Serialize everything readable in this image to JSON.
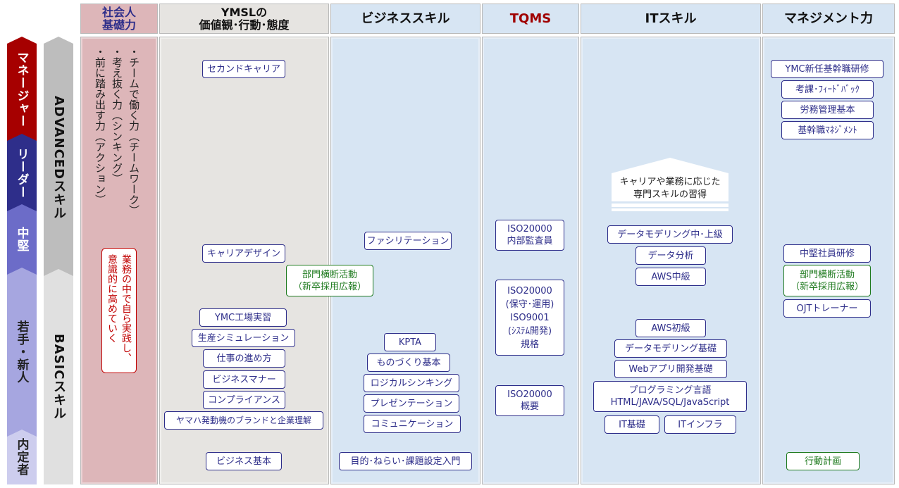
{
  "levels": {
    "manager": "マネージャー",
    "leader": "リーダー",
    "mid": "中堅",
    "junior": "若手・新人",
    "offer": "内定者"
  },
  "tracks": {
    "advanced": "ADVANCEDスキル",
    "basic": "BASICスキル"
  },
  "columns": {
    "social": {
      "title": "社会人\n基礎力",
      "points": [
        "・チームで働く力（チームワーク）",
        "・考え抜く力（シンキング）",
        "・前に踏み出す力（アクション）"
      ],
      "note": "業務の中で自ら実践し、意識的に高めていく"
    },
    "ymsl": {
      "title_1": "YMSLの",
      "title_2": "価値観･行動･態度",
      "items": [
        "セカンドキャリア",
        "キャリアデザイン",
        "部門横断活動\n（新卒採用広報）",
        "YMC工場実習",
        "生産シミュレーション",
        "仕事の進め方",
        "ビジネスマナー",
        "コンプライアンス",
        "ヤマハ発動機のブランドと企業理解",
        "ビジネス基本"
      ]
    },
    "business": {
      "title": "ビジネススキル",
      "items": [
        "ファシリテーション",
        "KPTA",
        "ものづくり基本",
        "ロジカルシンキング",
        "プレゼンテーション",
        "コミュニケーション",
        "目的･ねらい･課題設定入門"
      ]
    },
    "tqms": {
      "title": "TQMS",
      "items": [
        "ISO20000\n内部監査員",
        "ISO20000\n(保守･運用)\nISO9001\n(ｼｽﾃﾑ開発)\n規格",
        "ISO20000\n概要"
      ]
    },
    "it": {
      "title": "ITスキル",
      "banner": "キャリアや業務に応じた\n専門スキルの習得",
      "items": [
        "データモデリング中･上級",
        "データ分析",
        "AWS中級",
        "AWS初級",
        "データモデリング基礎",
        "Webアプリ開発基礎",
        "プログラミング言語\nHTML/JAVA/SQL/JavaScript",
        "IT基礎",
        "ITインフラ"
      ]
    },
    "mgmt": {
      "title": "マネジメント力",
      "items": [
        "YMC新任基幹職研修",
        "考課･ﾌｨｰﾄﾞﾊﾞｯｸ",
        "労務管理基本",
        "基幹職ﾏﾈｼﾞﾒﾝﾄ",
        "中堅社員研修",
        "部門横断活動\n（新卒採用広報）",
        "OJTトレーナー",
        "行動計画"
      ]
    }
  },
  "colors": {
    "manager": "#a60000",
    "leader": "#2e2e8a",
    "mid": "#6c6cc8",
    "junior": "#a6a6e0",
    "offer": "#cdcdee",
    "tqms_title": "#a00000",
    "box_navy": "#2e2e8a",
    "box_green": "#1e7a1e",
    "note_red": "#c00000"
  }
}
